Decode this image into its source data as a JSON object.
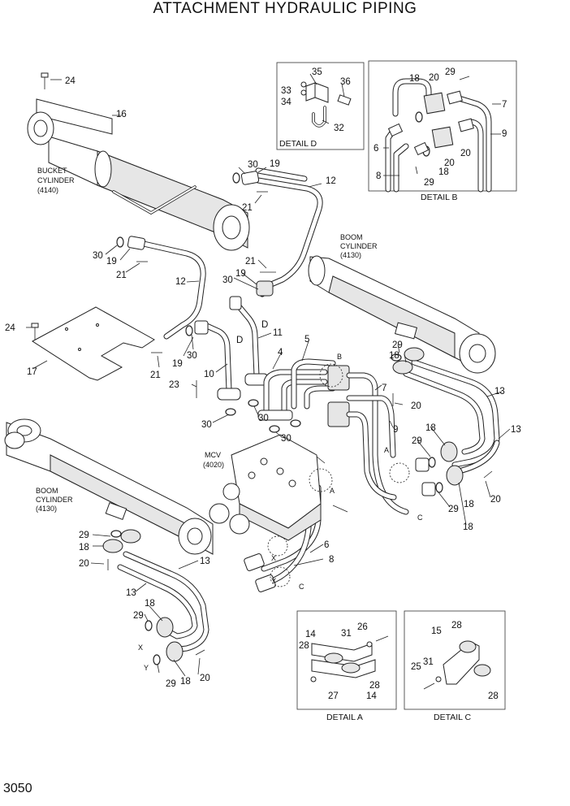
{
  "title": "ATTACHMENT HYDRAULIC PIPING",
  "page_number": "3050",
  "labels": {
    "bucket_cylinder": [
      "BUCKET",
      "CYLINDER",
      "(4140)"
    ],
    "boom_cylinder_right": [
      "BOOM",
      "CYLINDER",
      "(4130)"
    ],
    "boom_cylinder_left": [
      "BOOM",
      "CYLINDER",
      "(4130)"
    ],
    "mcv": [
      "MCV",
      "(4020)"
    ]
  },
  "details": {
    "d": "DETAIL D",
    "b": "DETAIL B",
    "a": "DETAIL A",
    "c": "DETAIL C"
  },
  "markers": {
    "a": "A",
    "b": "B",
    "c": "C",
    "d": "D",
    "x": "X",
    "y": "Y"
  },
  "part_numbers": [
    "24",
    "16",
    "30",
    "19",
    "12",
    "21",
    "30",
    "19",
    "21",
    "12",
    "24",
    "17",
    "30",
    "19",
    "21",
    "21",
    "30",
    "19",
    "23",
    "10",
    "11",
    "4",
    "5",
    "30",
    "30",
    "30",
    "18",
    "29",
    "20",
    "7",
    "9",
    "13",
    "13",
    "18",
    "29",
    "18",
    "20",
    "29",
    "18",
    "29",
    "18",
    "20",
    "13",
    "13",
    "18",
    "29",
    "18",
    "29",
    "20",
    "6",
    "8",
    "35",
    "36",
    "33",
    "34",
    "32",
    "20",
    "18",
    "29",
    "7",
    "6",
    "9",
    "20",
    "20",
    "8",
    "18",
    "29",
    "14",
    "26",
    "31",
    "28",
    "28",
    "27",
    "14",
    "15",
    "28",
    "25",
    "31",
    "28",
    "D",
    "D"
  ]
}
